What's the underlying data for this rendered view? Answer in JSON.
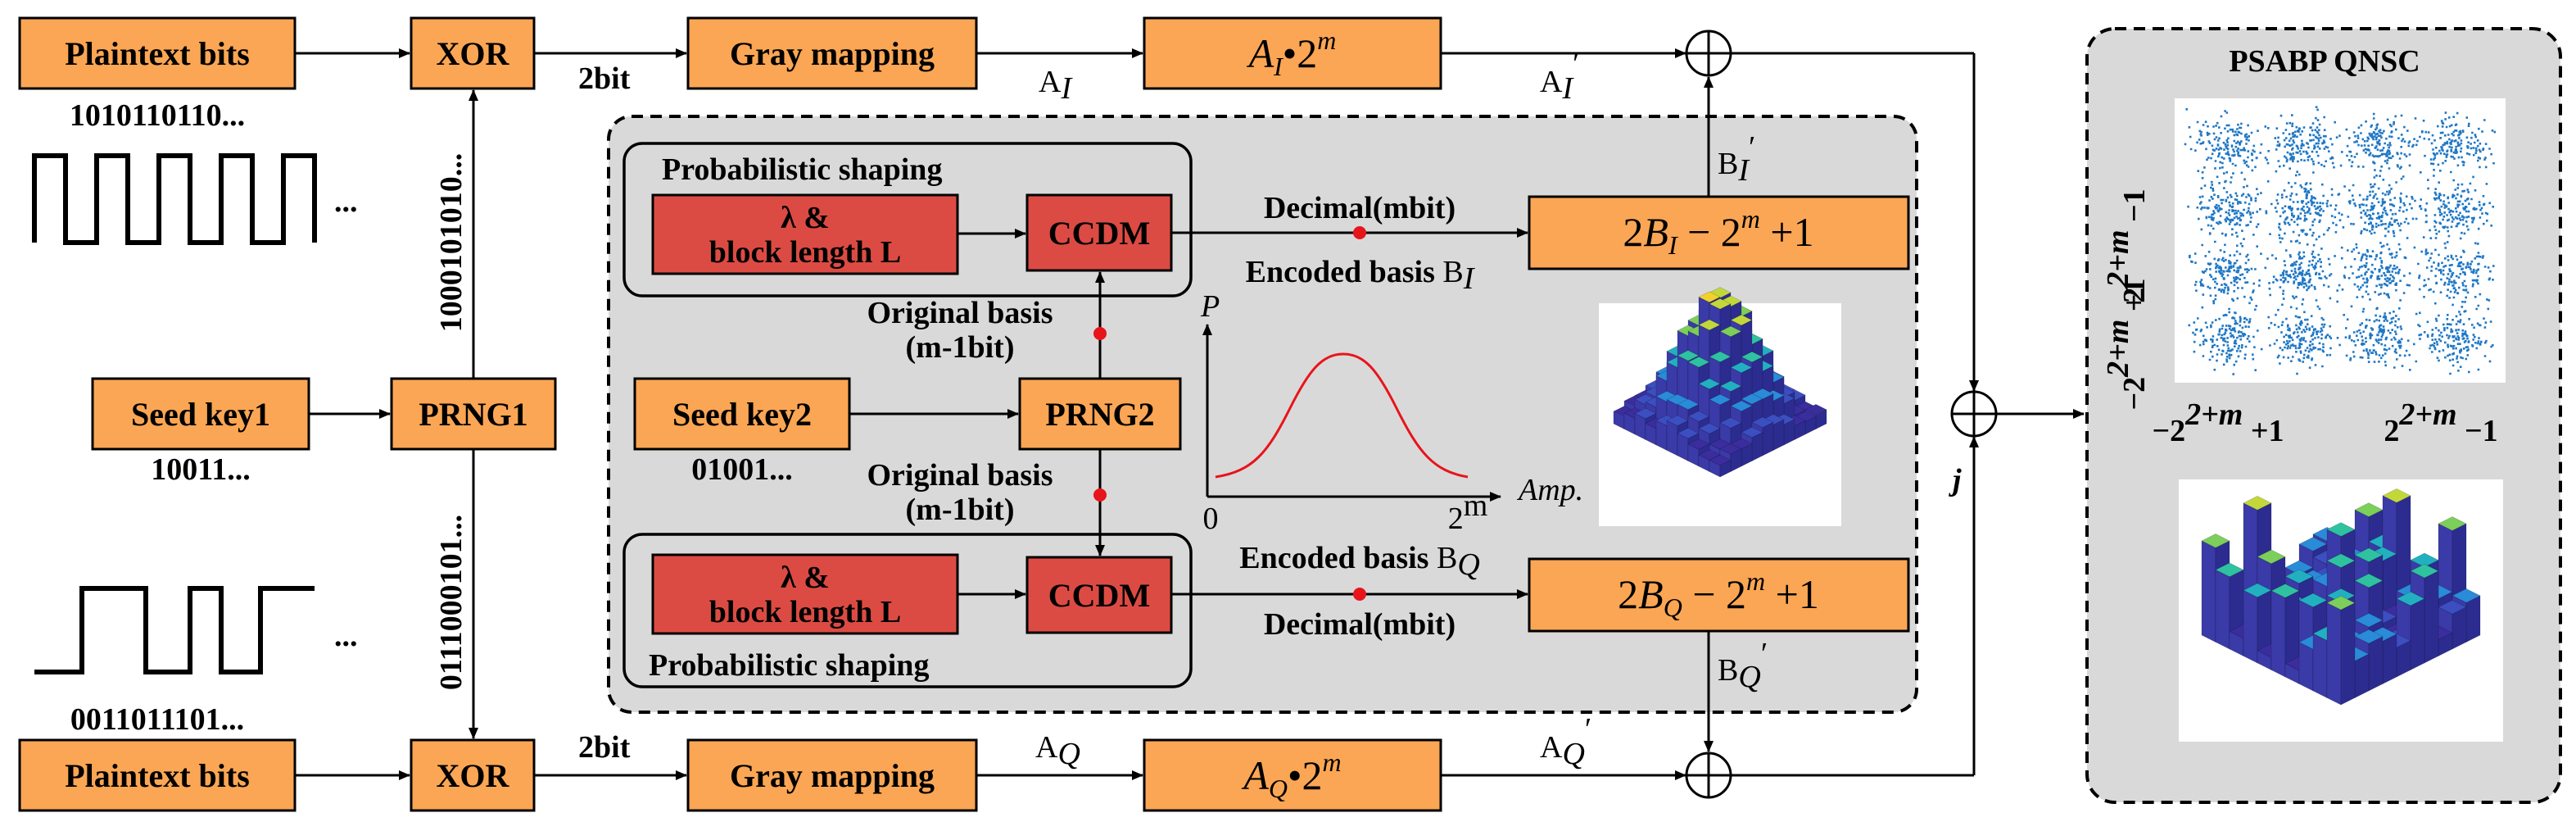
{
  "colors": {
    "orange": "#fba654",
    "red": "#dc4b43",
    "panel_gray": "#d9d9d9",
    "marker_red": "#e8141b",
    "curve_red": "#e8141b",
    "scatter_blue": "#1f77c4"
  },
  "left": {
    "plaintext_top": "Plaintext bits",
    "bits_top": "1010110110...",
    "waveform_dots_top": "...",
    "seed_key1": "Seed key1",
    "seed_key1_bits": "10011...",
    "waveform_dots_bottom": "...",
    "bits_bottom": "0011011101...",
    "plaintext_bottom": "Plaintext bits"
  },
  "prng1": {
    "label": "PRNG1",
    "stream_up": "1000101010...",
    "stream_down": "0111000101..."
  },
  "xor_top": "XOR",
  "xor_bottom": "XOR",
  "bit2_top": "2bit",
  "bit2_bottom": "2bit",
  "gray_top": "Gray mapping",
  "gray_bottom": "Gray mapping",
  "signals": {
    "a_i": "A",
    "a_i_sub": "I",
    "a_i_prime": "A",
    "a_i_prime_sub": "I",
    "a_q": "A",
    "a_q_sub": "Q",
    "a_q_prime": "A",
    "a_q_prime_sub": "Q",
    "b_i_prime": "B",
    "b_i_prime_sub": "I",
    "b_q_prime": "B",
    "b_q_prime_sub": "Q",
    "prime_mark": "′",
    "j": "j"
  },
  "scale_top": {
    "a": "A",
    "sub": "I",
    "dot": "•2",
    "exp": "m"
  },
  "scale_bottom": {
    "a": "A",
    "sub": "Q",
    "dot": "•2",
    "exp": "m"
  },
  "ps_top": {
    "title": "Probabilistic shaping",
    "lambda_line1": "λ &",
    "lambda_line2": "block length L",
    "ccdm": "CCDM"
  },
  "ps_bottom": {
    "title": "Probabilistic shaping",
    "lambda_line1": "λ &",
    "lambda_line2": "block length L",
    "ccdm": "CCDM"
  },
  "decimal_top": "Decimal(mbit)",
  "decimal_bottom": "Decimal(mbit)",
  "encoded_top": {
    "text": "Encoded basis ",
    "b": "B",
    "sub": "I"
  },
  "encoded_bottom": {
    "text": "Encoded basis ",
    "b": "B",
    "sub": "Q"
  },
  "formula_top": {
    "two": "2",
    "b": "B",
    "sub": "I",
    "minus": " − 2",
    "exp": "m",
    "plus": " +1"
  },
  "formula_bottom": {
    "two": "2",
    "b": "B",
    "sub": "Q",
    "minus": " − 2",
    "exp": "m",
    "plus": " +1"
  },
  "original_basis_top": {
    "line1": "Original basis",
    "line2": "(m-1bit)"
  },
  "original_basis_bottom": {
    "line1": "Original basis",
    "line2": "(m-1bit)"
  },
  "seed_key2": "Seed key2",
  "seed_key2_bits": "01001...",
  "prng2": "PRNG2",
  "pdf_plot": {
    "y_axis": "P",
    "x_axis": "Amp.",
    "x_min": "0",
    "x_max": "2",
    "x_max_exp": "m"
  },
  "output": {
    "title": "PSABP QNSC",
    "axis_y_top_base": "2",
    "axis_y_top_exp": "2+m",
    "axis_y_top_tail": " −1",
    "axis_y_bottom": "−2",
    "axis_y_bottom_exp": "2+m",
    "axis_y_bottom_tail": " +1",
    "axis_x_left": "−2",
    "axis_x_left_exp": "2+m",
    "axis_x_left_tail": " +1",
    "axis_x_right": "2",
    "axis_x_right_exp": "2+m",
    "axis_x_right_tail": " −1"
  }
}
